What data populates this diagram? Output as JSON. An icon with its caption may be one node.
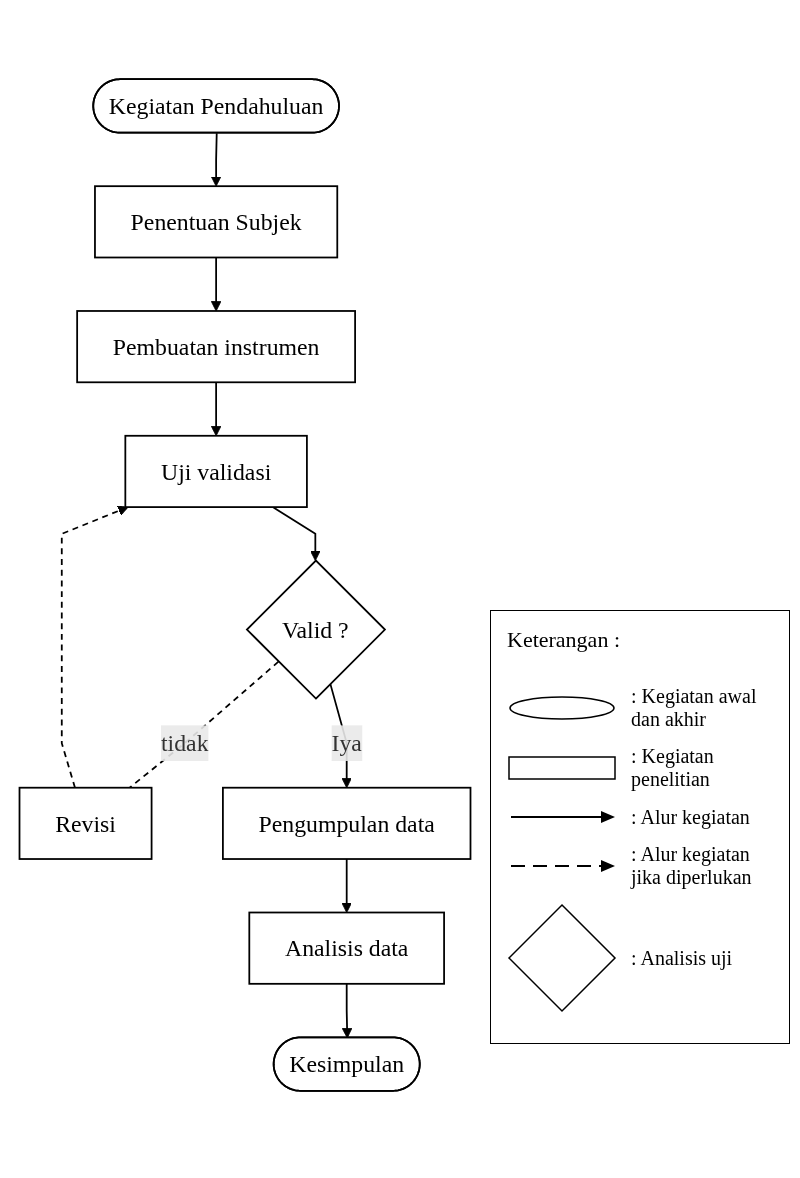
{
  "diagram": {
    "nodes": [
      {
        "text": [
          "Kegiatan Pendahuluan"
        ]
      },
      {
        "text": [
          "Penentuan Subjek"
        ]
      },
      {
        "text": [
          "Pembuatan instrumen"
        ]
      },
      {
        "text": [
          "Uji validasi"
        ]
      },
      {
        "text": [
          "Valid ?"
        ]
      },
      {
        "text": [
          "Revisi"
        ]
      },
      {
        "text": [
          "Pengumpulan data"
        ]
      },
      {
        "text": [
          "Analisis data"
        ]
      },
      {
        "text": [
          "Kesimpulan"
        ]
      }
    ],
    "edges": [
      {
        "from": 0,
        "to": 1,
        "arrow": "to"
      },
      {
        "from": 1,
        "to": 2,
        "arrow": "to"
      },
      {
        "from": 2,
        "to": 3,
        "arrow": "to"
      },
      {
        "from": 3,
        "to": 4,
        "arrow": "to"
      },
      {
        "from": 4,
        "to": 5,
        "arrow": "none",
        "label": "tidak",
        "style": "dashed"
      },
      {
        "from": 5,
        "to": 3,
        "arrow": "to",
        "style": "dashed"
      },
      {
        "from": 4,
        "to": 6,
        "arrow": "to",
        "label": "Iya"
      },
      {
        "from": 6,
        "to": 7,
        "arrow": "to"
      },
      {
        "from": 7,
        "to": 8,
        "arrow": "to"
      }
    ],
    "labels": [
      "Keterangan :"
    ],
    "legend": [
      {
        "text": ": Kegiatan awal dan akhir"
      },
      {
        "text": ": Kegiatan penelitian"
      },
      {
        "text": ": Alur kegiatan"
      },
      {
        "text": ": Alur kegiatan jika diperlukan"
      },
      {
        "text": ": Analisis uji"
      }
    ]
  }
}
